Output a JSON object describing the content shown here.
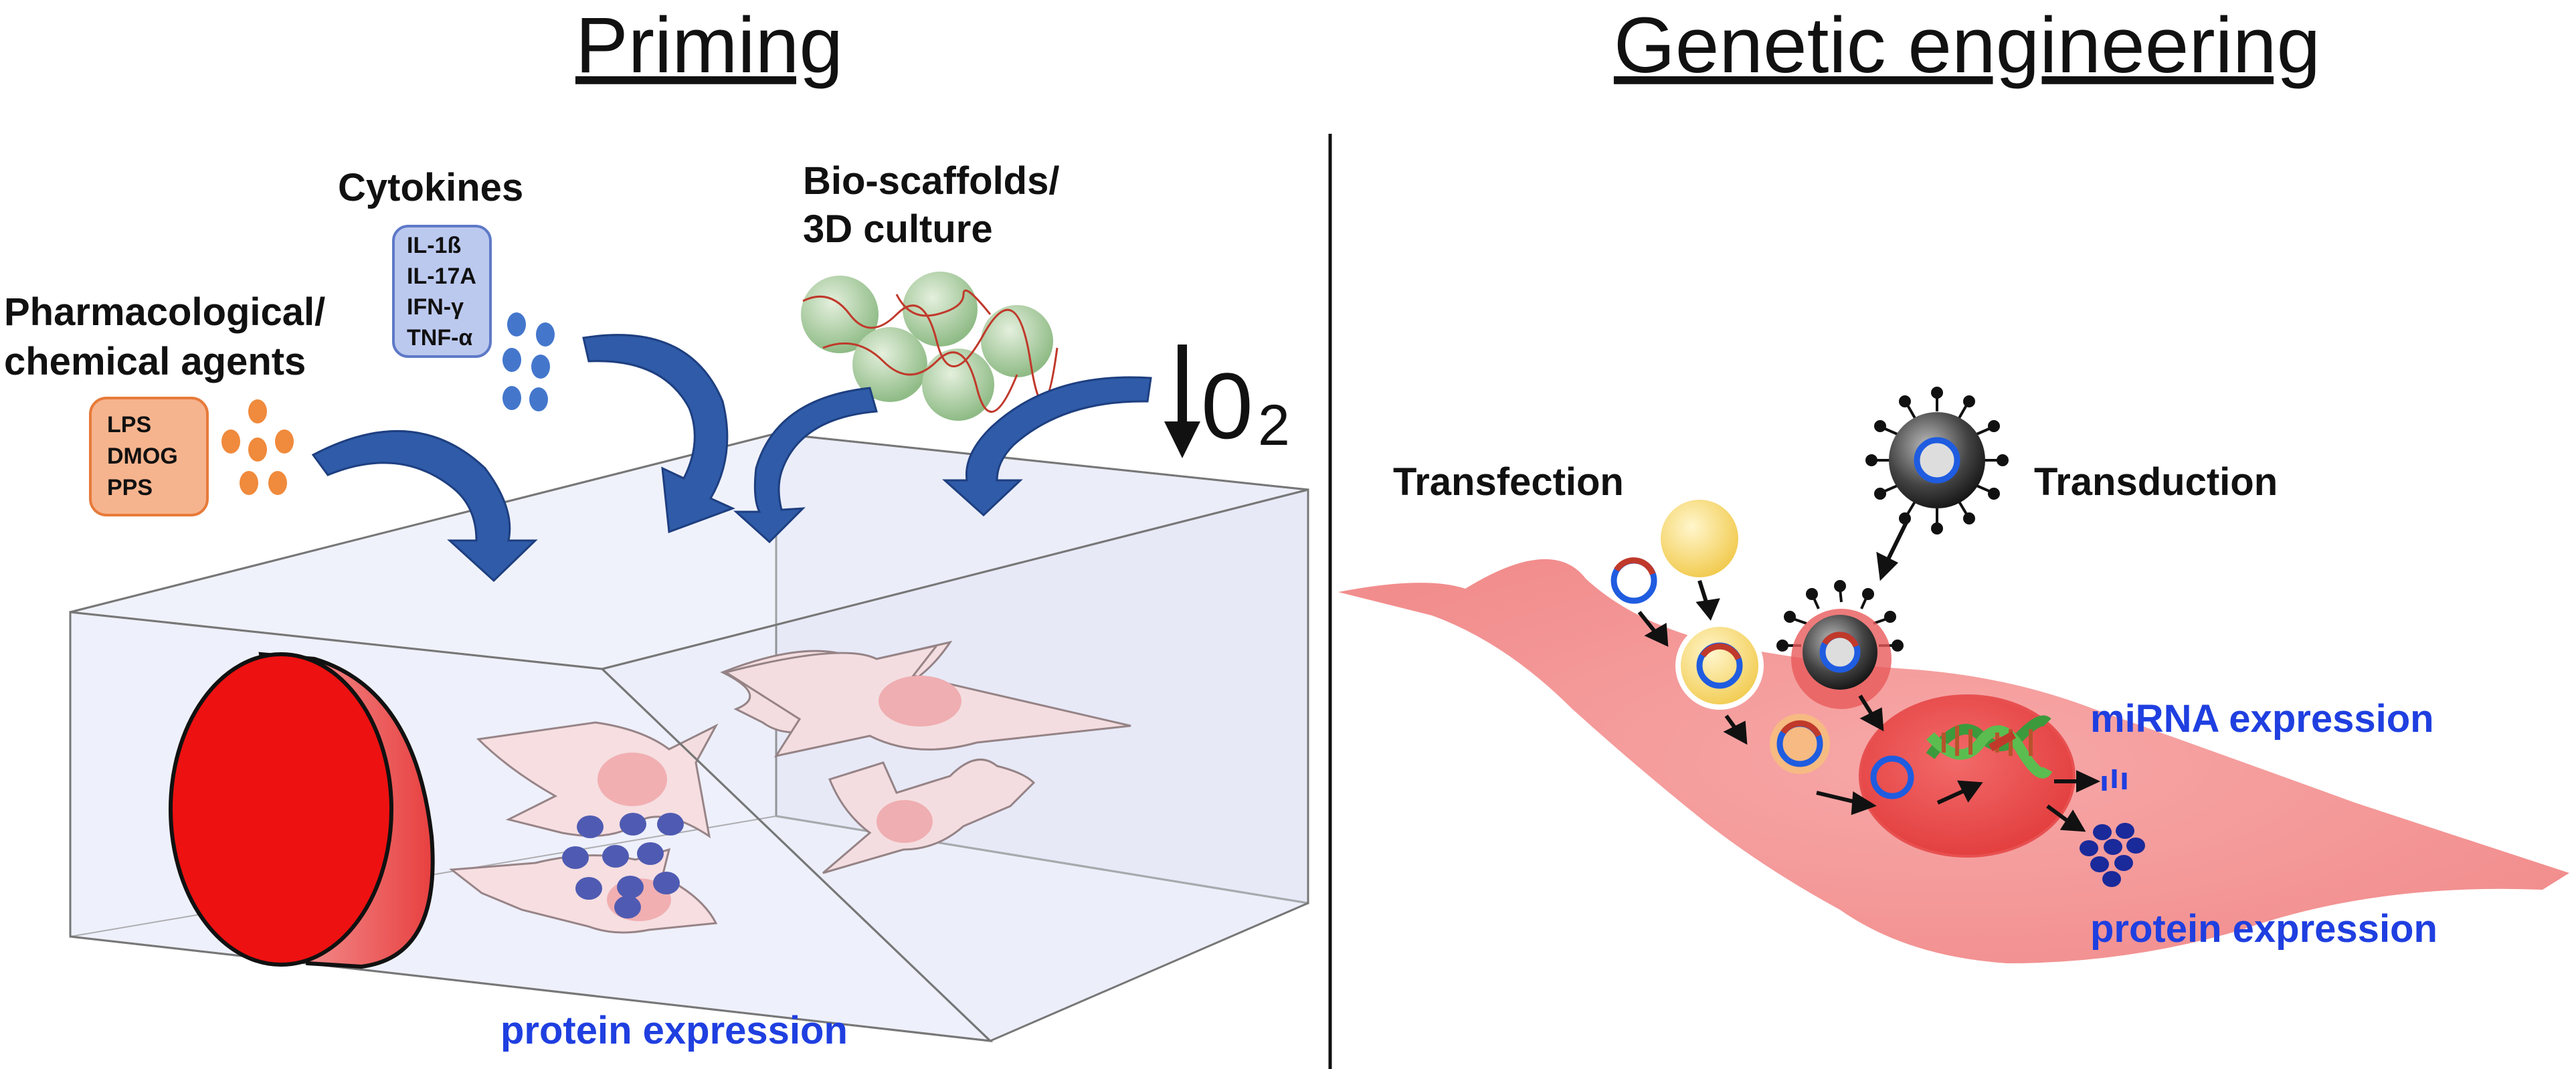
{
  "left_panel": {
    "title": "Priming",
    "pharma_label_line1": "Pharmacological/",
    "pharma_label_line2": "chemical agents",
    "pharma_agents": [
      "LPS",
      "DMOG",
      "PPS"
    ],
    "cytokines_label": "Cytokines",
    "cytokines": [
      "IL-1ß",
      "IL-17A",
      "IFN-γ",
      "TNF-α"
    ],
    "scaffold_label_line1": "Bio-scaffolds/",
    "scaffold_label_line2": "3D culture",
    "oxygen_symbol": "0",
    "oxygen_subscript": "2",
    "protein_label": "protein expression"
  },
  "right_panel": {
    "title": "Genetic engineering",
    "transfection_label": "Transfection",
    "transduction_label": "Transduction",
    "mirna_label": "miRNA expression",
    "protein_label": "protein expression"
  },
  "colors": {
    "accent_blue": "#1f3fe0",
    "arrow_blue": "#2f5ba8",
    "disc_red": "#ee1111",
    "cell_pink": "#f6c7c7",
    "orange": "#f08a3c",
    "cytokine_blue": "#4477cc",
    "scaffold_green": "#a9cba0"
  }
}
